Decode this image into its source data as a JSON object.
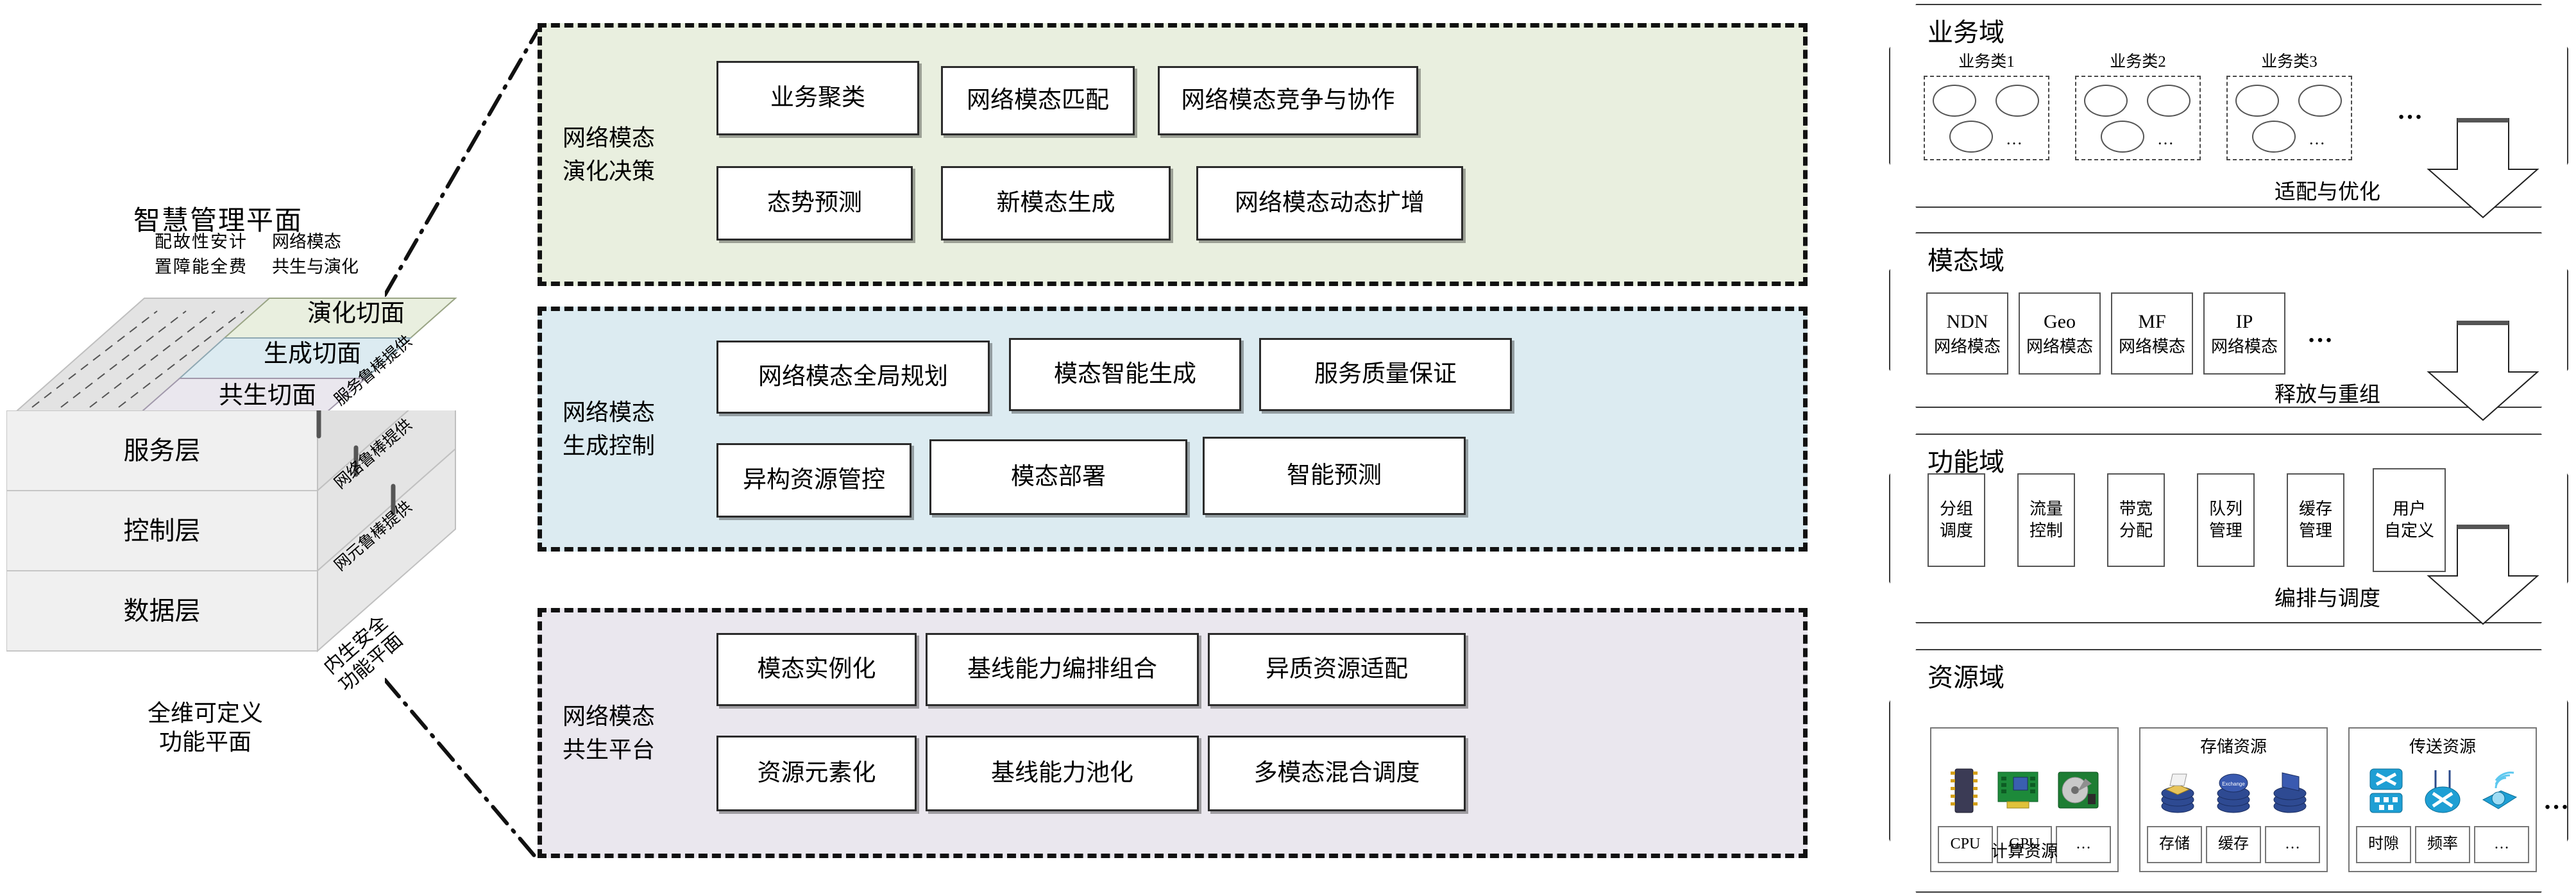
{
  "left_block": {
    "plane_title": "智慧管理平面",
    "sub_left": [
      [
        "配",
        "置"
      ],
      [
        "故",
        "障"
      ],
      [
        "性",
        "能"
      ],
      [
        "安",
        "全"
      ],
      [
        "计",
        "费"
      ]
    ],
    "sub_right_line1": "网络模态",
    "sub_right_line2": "共生与演化",
    "slices": [
      {
        "label": "演化切面",
        "color": "#e9efdf"
      },
      {
        "label": "生成切面",
        "color": "#dcebf1"
      },
      {
        "label": "共生切面",
        "color": "#eae7ee"
      }
    ],
    "layers": [
      "服务层",
      "控制层",
      "数据层"
    ],
    "side_labels": [
      "服务鲁棒提供",
      "网络鲁棒提供",
      "网元鲁棒提供"
    ],
    "side_plane_line1": "内生安全",
    "side_plane_line2": "功能平面",
    "bottom_line1": "全维可定义",
    "bottom_line2": "功能平面"
  },
  "panels": [
    {
      "id": "evo",
      "title_line1": "网络模态",
      "title_line2": "演化决策",
      "color": "#e9efdf",
      "row1": [
        "业务聚类",
        "网络模态匹配",
        "网络模态竞争与协作"
      ],
      "row2": [
        "态势预测",
        "新模态生成",
        "网络模态动态扩增"
      ]
    },
    {
      "id": "gen",
      "title_line1": "网络模态",
      "title_line2": "生成控制",
      "color": "#dcebf1",
      "row1": [
        "网络模态全局规划",
        "模态智能生成",
        "服务质量保证"
      ],
      "row2": [
        "异构资源管控",
        "模态部署",
        "智能预测"
      ]
    },
    {
      "id": "sym",
      "title_line1": "网络模态",
      "title_line2": "共生平台",
      "color": "#eae7ee",
      "row1": [
        "模态实例化",
        "基线能力编排组合",
        "异质资源适配"
      ],
      "row2": [
        "资源元素化",
        "基线能力池化",
        "多模态混合调度"
      ]
    }
  ],
  "domains": {
    "business": {
      "title": "业务域",
      "groups": [
        "业务类1",
        "业务类2",
        "业务类3"
      ],
      "ellipsis": "…"
    },
    "modal": {
      "title": "模态域",
      "items": [
        {
          "name": "NDN",
          "sub": "网络模态"
        },
        {
          "name": "Geo",
          "sub": "网络模态"
        },
        {
          "name": "MF",
          "sub": "网络模态"
        },
        {
          "name": "IP",
          "sub": "网络模态"
        }
      ],
      "ellipsis": "…"
    },
    "function": {
      "title": "功能域",
      "items": [
        {
          "l1": "分组",
          "l2": "调度"
        },
        {
          "l1": "流量",
          "l2": "控制"
        },
        {
          "l1": "带宽",
          "l2": "分配"
        },
        {
          "l1": "队列",
          "l2": "管理"
        },
        {
          "l1": "缓存",
          "l2": "管理"
        },
        {
          "l1": "用户",
          "l2": "自定义"
        }
      ],
      "ellipsis": "…"
    },
    "resource": {
      "title": "资源域",
      "groups": [
        {
          "caption": "",
          "sub": "计算资源",
          "tags": [
            "CPU",
            "GPU",
            "…"
          ],
          "icons": [
            "cpu-chip-icon",
            "gpu-card-icon",
            "disk-icon"
          ]
        },
        {
          "caption": "存储资源",
          "sub": "",
          "tags": [
            "存储",
            "缓存",
            "…"
          ],
          "icons": [
            "storage-stack-icon",
            "exchange-db-icon",
            "database-icon"
          ]
        },
        {
          "caption": "传送资源",
          "sub": "",
          "tags": [
            "时隙",
            "频率",
            "…"
          ],
          "icons": [
            "switch-icon",
            "router-icon",
            "wireless-icon"
          ]
        }
      ],
      "ellipsis": "…"
    },
    "arrows": [
      "适配与优化",
      "释放与重组",
      "编排与调度"
    ]
  }
}
